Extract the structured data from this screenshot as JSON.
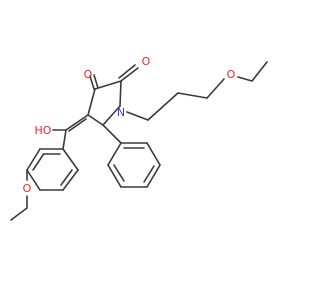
{
  "molecule": {
    "atom_labels": {
      "ketone_o": "O",
      "lactam_o": "O",
      "ring_n": "N",
      "ether_o_chain": "O",
      "hydroxy": "HO",
      "methoxy_o": "O"
    },
    "colors": {
      "bond": "#3a3a3a",
      "oxygen": "#e8262a",
      "nitrogen": "#2a3fd8",
      "background": "#ffffff"
    }
  }
}
